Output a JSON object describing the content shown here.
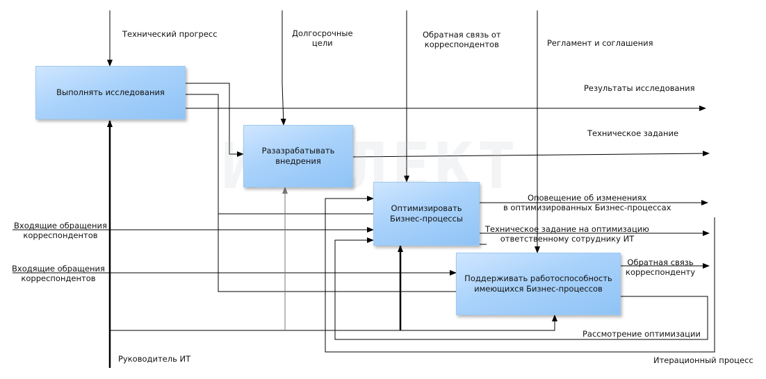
{
  "boxes": {
    "research": "Выполнять исследования",
    "develop": "Разазрабатывать\nвнедрения",
    "optimize": "Оптимизировать\nБизнес-процессы",
    "support": "Поддерживать работоспособность\nимеющихся Бизнес-процессов"
  },
  "labels": {
    "tech_progress": "Технический прогресс",
    "long_term_goals": "Долгосрочные\nцели",
    "feedback_from": "Обратная связь от\nкорреспондентов",
    "regulations": "Регламент и соглашения",
    "research_results": "Результаты исследования",
    "tech_task": "Техническое задание",
    "change_notice": "Оповещение об изменениях\nв оптимизированных Бизнес-процессах",
    "opt_tech_task": "Техническое задание на оптимизацию\nответственному сотруднику ИТ",
    "feedback_to": "Обратная связь\nкорреспонденту",
    "incoming_1": "Входящие обращения\nкорреспондентов",
    "incoming_2": "Входящие обращения\nкорреспондентов",
    "it_head": "Руководитель ИТ",
    "review_opt": "Рассмотрение оптимизации",
    "iteration": "Итерационный процесс"
  },
  "watermark": "ИПТЛЕКТ"
}
